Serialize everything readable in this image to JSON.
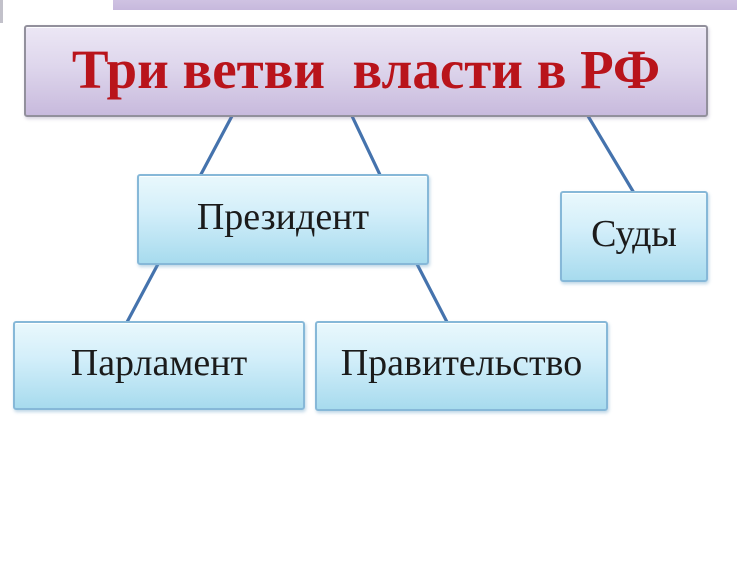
{
  "page": {
    "background_color": "#ffffff"
  },
  "diagram": {
    "title": {
      "label": "Три ветви  власти в РФ",
      "text_color": "#b9141b",
      "fill_top": "#ece7f5",
      "fill_bottom": "#c8badd",
      "border_color": "#92909c"
    },
    "nodes": [
      {
        "id": "president",
        "label": "Президент"
      },
      {
        "id": "courts",
        "label": "Суды"
      },
      {
        "id": "parliament",
        "label": "Парламент"
      },
      {
        "id": "government",
        "label": "Правительство"
      }
    ],
    "node_style": {
      "fill_top": "#e9f8fc",
      "fill_bottom": "#a7dbee",
      "border_color": "#86b8d8",
      "text_color": "#1b1b1b"
    },
    "connector_color": "#4573ad",
    "connections": [
      "title-president-left",
      "title-president-right",
      "title-courts",
      "president-parliament",
      "president-government"
    ]
  }
}
